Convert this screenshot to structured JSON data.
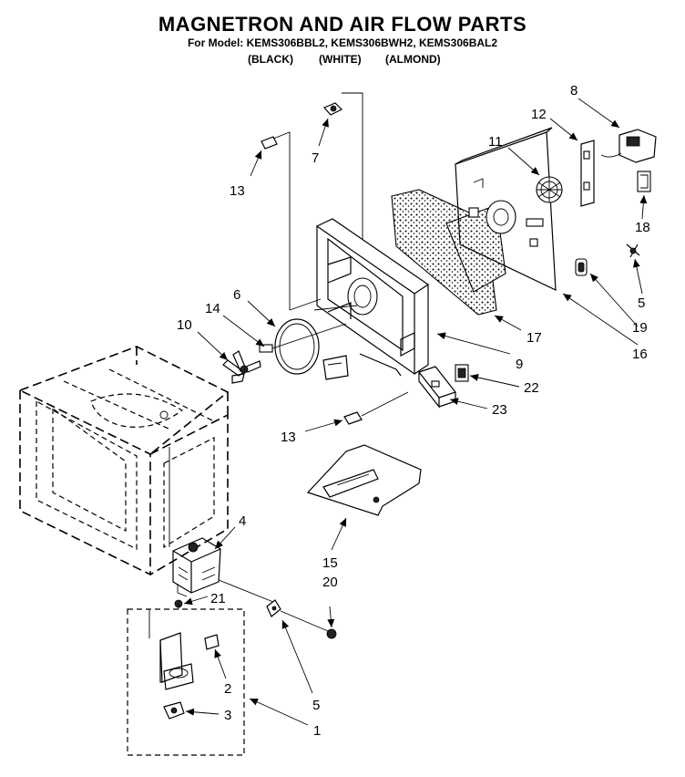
{
  "header": {
    "title": "MAGNETRON AND AIR FLOW PARTS",
    "models": "For Model: KEMS306BBL2, KEMS306BWH2, KEMS306BAL2",
    "color_black": "(BLACK)",
    "color_white": "(WHITE)",
    "color_almond": "(ALMOND)"
  },
  "callouts": {
    "c1": "1",
    "c2": "2",
    "c3": "3",
    "c4": "4",
    "c5a": "5",
    "c5b": "5",
    "c6": "6",
    "c7": "7",
    "c8": "8",
    "c9": "9",
    "c10": "10",
    "c11": "11",
    "c12": "12",
    "c13a": "13",
    "c13b": "13",
    "c14": "14",
    "c15": "15",
    "c16": "16",
    "c17": "17",
    "c18": "18",
    "c19": "19",
    "c20": "20",
    "c21": "21",
    "c22": "22",
    "c23": "23"
  }
}
